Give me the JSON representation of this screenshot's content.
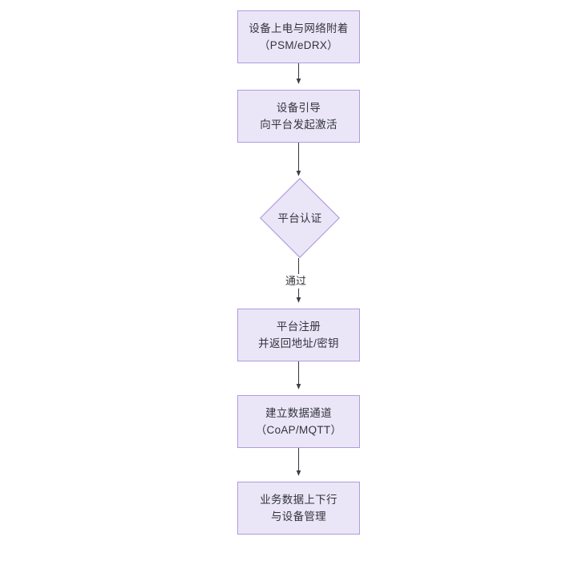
{
  "diagram": {
    "type": "flowchart",
    "orientation": "top-to-bottom",
    "title": "",
    "palette": {
      "node_fill": "#eae6f8",
      "node_border": "#b29bdd",
      "text": "#34343c",
      "connector": "#3d3d46",
      "background": "#ffffff"
    },
    "nodes": [
      {
        "id": "n1",
        "shape": "rectangle",
        "lines": [
          "设备上电与网络附着",
          "（PSM/eDRX）"
        ]
      },
      {
        "id": "n2",
        "shape": "rectangle",
        "lines": [
          "设备引导",
          "向平台发起激活"
        ]
      },
      {
        "id": "n3",
        "shape": "diamond",
        "lines": [
          "平台认证"
        ]
      },
      {
        "id": "n4",
        "shape": "rectangle",
        "lines": [
          "平台注册",
          "并返回地址/密钥"
        ]
      },
      {
        "id": "n5",
        "shape": "rectangle",
        "lines": [
          "建立数据通道",
          "（CoAP/MQTT）"
        ]
      },
      {
        "id": "n6",
        "shape": "rectangle",
        "lines": [
          "业务数据上下行",
          "与设备管理"
        ]
      }
    ],
    "edges": [
      {
        "from": "n1",
        "to": "n2",
        "label": ""
      },
      {
        "from": "n2",
        "to": "n3",
        "label": ""
      },
      {
        "from": "n3",
        "to": "n4",
        "label": "通过"
      },
      {
        "from": "n4",
        "to": "n5",
        "label": ""
      },
      {
        "from": "n5",
        "to": "n6",
        "label": ""
      }
    ]
  }
}
